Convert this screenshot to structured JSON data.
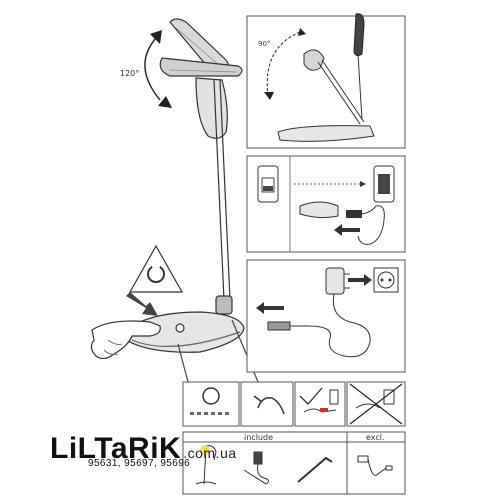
{
  "main_view": {
    "angle_label": "120°"
  },
  "panel_rotation": {
    "angle_label": "90°"
  },
  "table": {
    "include_label": "include",
    "excl_label": "excl."
  },
  "watermark": {
    "brand": "LiLTaRiK",
    "domain": ".com.ua",
    "codes": "95631, 95697, 95696"
  },
  "colors": {
    "line": "#333333",
    "panel_border": "#555555",
    "lamp_head": "#d9d9d9",
    "base_fill": "#e6e6e6",
    "battery_fill": "#444444",
    "bulb_yellow": "#f5d23a"
  }
}
